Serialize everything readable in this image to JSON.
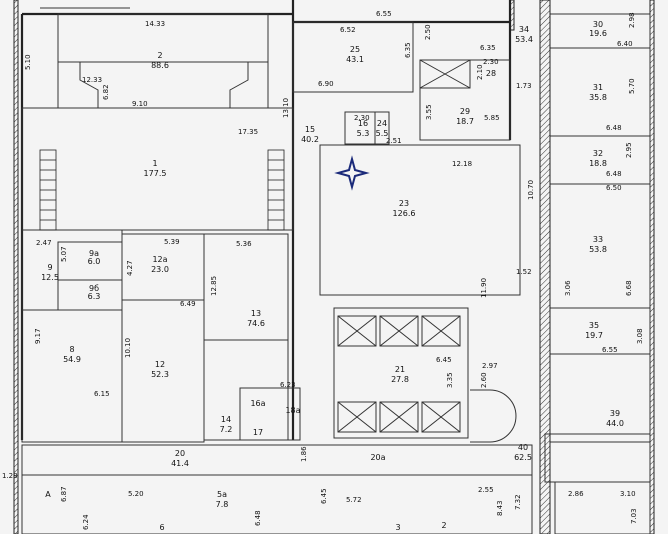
{
  "rooms": [
    {
      "id": "r2",
      "num": "2",
      "area": "88.6"
    },
    {
      "id": "r1",
      "num": "1",
      "area": "177.5"
    },
    {
      "id": "r25",
      "num": "25",
      "area": "43.1"
    },
    {
      "id": "r15",
      "num": "15",
      "area": "40.2"
    },
    {
      "id": "r16",
      "num": "16",
      "area": "5.3"
    },
    {
      "id": "r24",
      "num": "24",
      "area": "5.5"
    },
    {
      "id": "r29",
      "num": "29",
      "area": "18.7"
    },
    {
      "id": "r28",
      "num": "28",
      "area": ""
    },
    {
      "id": "r34",
      "num": "34",
      "area": "53.4"
    },
    {
      "id": "r30",
      "num": "30",
      "area": "19.6"
    },
    {
      "id": "r31",
      "num": "31",
      "area": "35.8"
    },
    {
      "id": "r32",
      "num": "32",
      "area": "18.8"
    },
    {
      "id": "r33",
      "num": "33",
      "area": "53.8"
    },
    {
      "id": "r35",
      "num": "35",
      "area": "19.7"
    },
    {
      "id": "r39",
      "num": "39",
      "area": "44.0"
    },
    {
      "id": "r40",
      "num": "40",
      "area": "62.5"
    },
    {
      "id": "r23",
      "num": "23",
      "area": "126.6"
    },
    {
      "id": "r9",
      "num": "9",
      "area": "12.5"
    },
    {
      "id": "r9a",
      "num": "9a",
      "area": "6.0"
    },
    {
      "id": "r9b",
      "num": "9б",
      "area": "6.3"
    },
    {
      "id": "r12a",
      "num": "12a",
      "area": "23.0"
    },
    {
      "id": "r13",
      "num": "13",
      "area": "74.6"
    },
    {
      "id": "r8",
      "num": "8",
      "area": "54.9"
    },
    {
      "id": "r12",
      "num": "12",
      "area": "52.3"
    },
    {
      "id": "r21",
      "num": "21",
      "area": "27.8"
    },
    {
      "id": "r14",
      "num": "14",
      "area": "7.2"
    },
    {
      "id": "r16a",
      "num": "16a",
      "area": ""
    },
    {
      "id": "r18a",
      "num": "18a",
      "area": ""
    },
    {
      "id": "r17",
      "num": "17",
      "area": ""
    },
    {
      "id": "r20",
      "num": "20",
      "area": "41.4"
    },
    {
      "id": "r20a",
      "num": "20a",
      "area": ""
    },
    {
      "id": "r5a",
      "num": "5a",
      "area": "7.8"
    },
    {
      "id": "r6",
      "num": "6",
      "area": ""
    },
    {
      "id": "r3",
      "num": "3",
      "area": ""
    },
    {
      "id": "r2b",
      "num": "2",
      "area": ""
    },
    {
      "id": "rA",
      "num": "A",
      "area": ""
    }
  ],
  "dims": {
    "d1": "14.33",
    "d2": "5.10",
    "d3": "12.33",
    "d4": "6.82",
    "d5": "9.10",
    "d6": "17.35",
    "d7": "13.10",
    "d8": "6.52",
    "d9": "6.55",
    "d10": "6.35",
    "d11": "2.50",
    "d12": "6.35",
    "d13": "2.30",
    "d14": "2.10",
    "d15": "6.90",
    "d16": "2.30",
    "d17": "2.51",
    "d18": "3.55",
    "d19": "5.85",
    "d20": "12.18",
    "d21": "10.70",
    "d22": "1.73",
    "d23": "2.98",
    "d24": "6.40",
    "d25": "5.70",
    "d26": "6.48",
    "d27": "2.95",
    "d28": "6.48",
    "d29": "6.50",
    "d30": "6.68",
    "d31": "3.06",
    "d32": "3.08",
    "d33": "6.55",
    "d34": "1.52",
    "d35": "11.90",
    "d36": "2.47",
    "d37": "5.07",
    "d38": "5.39",
    "d39": "4.27",
    "d40": "5.36",
    "d41": "12.85",
    "d42": "6.49",
    "d43": "9.17",
    "d44": "10.10",
    "d45": "6.15",
    "d46": "6.45",
    "d47": "2.97",
    "d48": "3.35",
    "d49": "2.60",
    "d50": "6.23",
    "d51": "1.86",
    "d52": "1.28",
    "d53": "6.87",
    "d54": "5.20",
    "d55": "6.45",
    "d56": "5.72",
    "d57": "2.55",
    "d58": "7.32",
    "d59": "8.43",
    "d60": "2.86",
    "d61": "3.10",
    "d62": "7.03",
    "d63": "6.48",
    "d64": "6.24"
  },
  "icons": {
    "compass": "star-marker-icon"
  },
  "colors": {
    "wall": "#222222",
    "background": "#f4f4f4",
    "marker": "#1b2a7a"
  }
}
